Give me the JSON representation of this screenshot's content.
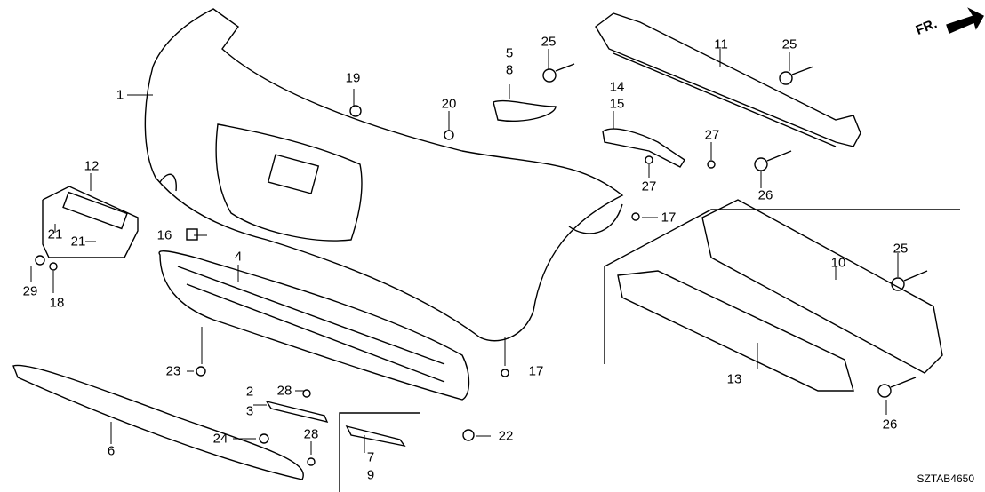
{
  "diagram": {
    "title": "Rear Bumper Parts Diagram",
    "drawing_code": "SZTAB4650",
    "direction_indicator": "FR.",
    "callouts": [
      {
        "id": "c1",
        "label": "1",
        "part": "rear bumper face"
      },
      {
        "id": "c2",
        "label": "2",
        "part": "reflector"
      },
      {
        "id": "c3",
        "label": "3",
        "part": "reflector"
      },
      {
        "id": "c4",
        "label": "4",
        "part": "lower grille"
      },
      {
        "id": "c5",
        "label": "5",
        "part": "side spacer"
      },
      {
        "id": "c8",
        "label": "8",
        "part": "side spacer"
      },
      {
        "id": "c6",
        "label": "6",
        "part": "lower garnish"
      },
      {
        "id": "c7",
        "label": "7",
        "part": "reflector"
      },
      {
        "id": "c9",
        "label": "9",
        "part": "reflector"
      },
      {
        "id": "c10",
        "label": "10",
        "part": "absorber"
      },
      {
        "id": "c11",
        "label": "11",
        "part": "rear beam"
      },
      {
        "id": "c12",
        "label": "12",
        "part": "license plate base"
      },
      {
        "id": "c13",
        "label": "13",
        "part": "absorber"
      },
      {
        "id": "c14",
        "label": "14",
        "part": "side bracket"
      },
      {
        "id": "c15",
        "label": "15",
        "part": "side bracket"
      },
      {
        "id": "c16",
        "label": "16",
        "part": "cap"
      },
      {
        "id": "c17a",
        "label": "17",
        "part": "screw"
      },
      {
        "id": "c17b",
        "label": "17",
        "part": "screw"
      },
      {
        "id": "c18",
        "label": "18",
        "part": "screw"
      },
      {
        "id": "c19",
        "label": "19",
        "part": "clip"
      },
      {
        "id": "c20",
        "label": "20",
        "part": "nut"
      },
      {
        "id": "c21a",
        "label": "21",
        "part": "nut"
      },
      {
        "id": "c21b",
        "label": "21",
        "part": "nut"
      },
      {
        "id": "c22",
        "label": "22",
        "part": "clip"
      },
      {
        "id": "c23",
        "label": "23",
        "part": "clip"
      },
      {
        "id": "c24",
        "label": "24",
        "part": "clip"
      },
      {
        "id": "c25a",
        "label": "25",
        "part": "bolt"
      },
      {
        "id": "c25b",
        "label": "25",
        "part": "bolt"
      },
      {
        "id": "c25c",
        "label": "25",
        "part": "bolt"
      },
      {
        "id": "c26a",
        "label": "26",
        "part": "bolt"
      },
      {
        "id": "c26b",
        "label": "26",
        "part": "bolt"
      },
      {
        "id": "c27a",
        "label": "27",
        "part": "screw"
      },
      {
        "id": "c27b",
        "label": "27",
        "part": "screw"
      },
      {
        "id": "c28a",
        "label": "28",
        "part": "screw"
      },
      {
        "id": "c28b",
        "label": "28",
        "part": "screw"
      },
      {
        "id": "c29",
        "label": "29",
        "part": "bolt"
      }
    ]
  }
}
